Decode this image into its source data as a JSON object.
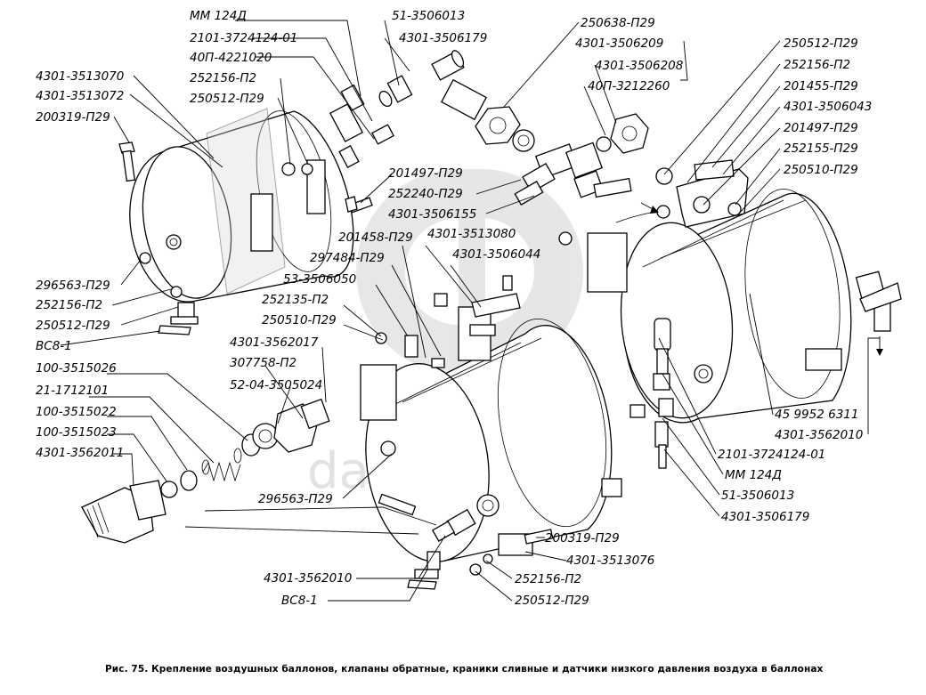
{
  "labels": {
    "l_mm124d_top": "ММ 124Д",
    "l_51_top": "51-3506013",
    "l_2101_top": "2101-3724124-01",
    "l_4301_3506179_top": "4301-3506179",
    "l_40p_4221020": "40П-4221020",
    "l_252156_a": "252156-П2",
    "l_250512_a": "250512-П29",
    "l_4301_3513070": "4301-3513070",
    "l_4301_3513072": "4301-3513072",
    "l_200319_a": "200319-П29",
    "l_296563_a": "296563-П29",
    "l_252156_b": "252156-П2",
    "l_250512_b": "250512-П29",
    "l_bc8_a": "ВС8-1",
    "l_201497_a": "201497-П29",
    "l_252240": "252240-П29",
    "l_4301_3506155": "4301-3506155",
    "l_250638": "250638-П29",
    "l_4301_3506209": "4301-3506209",
    "l_4301_3506208": "4301-3506208",
    "l_40p_3212260": "40П-3212260",
    "l_250512_r1": "250512-П29",
    "l_252156_r": "252156-П2",
    "l_201455": "201455-П29",
    "l_4301_3506043": "4301-3506043",
    "l_201497_r": "201497-П29",
    "l_252155": "252155-П29",
    "l_250510_r": "250510-П29",
    "l_201458": "201458-П29",
    "l_4301_3513080": "4301-3513080",
    "l_297484": "297484-П29",
    "l_4301_3506044": "4301-3506044",
    "l_53_3506050": "53-3506050",
    "l_252135": "252135-П2",
    "l_250510_m": "250510-П29",
    "l_4301_3562017": "4301-3562017",
    "l_307758": "307758-П2",
    "l_52_04": "52-04-3505024",
    "l_100_3515026": "100-3515026",
    "l_21_1712101": "21-1712101",
    "l_100_3515022": "100-3515022",
    "l_100_3515023": "100-3515023",
    "l_4301_3562011": "4301-3562011",
    "l_296563_m": "296563-П29",
    "l_200319_m": "200319-П29",
    "l_4301_3513076": "4301-3513076",
    "l_4301_3562010_m": "4301-3562010",
    "l_252156_m": "252156-П2",
    "l_bc8_m": "ВС8-1",
    "l_250512_m": "250512-П29",
    "l_45_9952": "45 9952 6311",
    "l_4301_3562010_r": "4301-3562010",
    "l_2101_r": "2101-3724124-01",
    "l_mm124d_r": "ММ 124Д",
    "l_51_r": "51-3506013",
    "l_4301_3506179_r": "4301-3506179"
  },
  "watermark": "data-parts",
  "caption": "Рис. 75. Крепление воздушных баллонов, клапаны обратные, краники сливные и датчики низкого давления воздуха в баллонах"
}
